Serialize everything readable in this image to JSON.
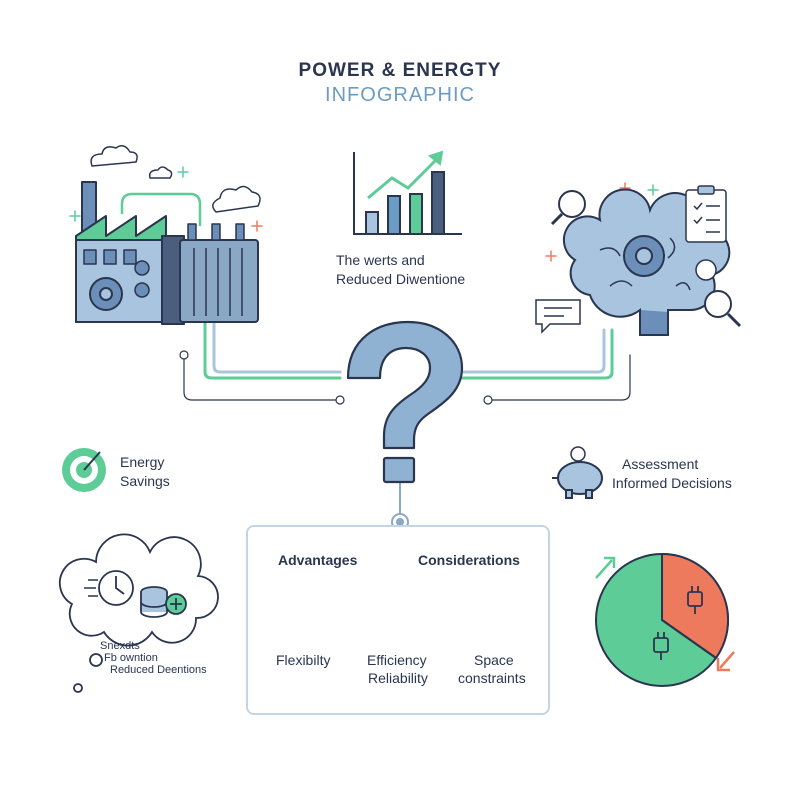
{
  "header": {
    "title_line1": "POWER & ENERGTY",
    "title_line2": "INFOGRAPHIC"
  },
  "chart_caption": {
    "line1": "The werts and",
    "line2": "Reduced Diwentione"
  },
  "energy_savings": {
    "line1": "Energy",
    "line2": "Savings"
  },
  "assessment": {
    "line1": "Assessment",
    "line2": "Informed Decisions"
  },
  "thought_notes": {
    "line1": "Snexdts",
    "line2": "Fb owntion",
    "line3": "Reduced Deentions"
  },
  "comparison": {
    "advantages_title": "Advantages",
    "considerations_title": "Considerations",
    "flexibility": "Flexibilty",
    "efficiency": "Efficiency",
    "reliability": "Reliability",
    "space": "Space",
    "constraints": "constraints"
  },
  "colors": {
    "navy": "#2a3550",
    "steel_blue": "#6b9cc4",
    "green": "#5dcc97",
    "coral": "#ee7a5e",
    "light_blue": "#a9c4de"
  },
  "icons": [
    "factory-icon",
    "bar-chart-icon",
    "brain-gear-icon",
    "question-mark-icon",
    "target-icon",
    "piggy-bank-icon",
    "thought-cloud-icon",
    "muscle-arm-icon",
    "lightbulb-icon",
    "shield-factory-icon",
    "pie-chart-icon"
  ]
}
